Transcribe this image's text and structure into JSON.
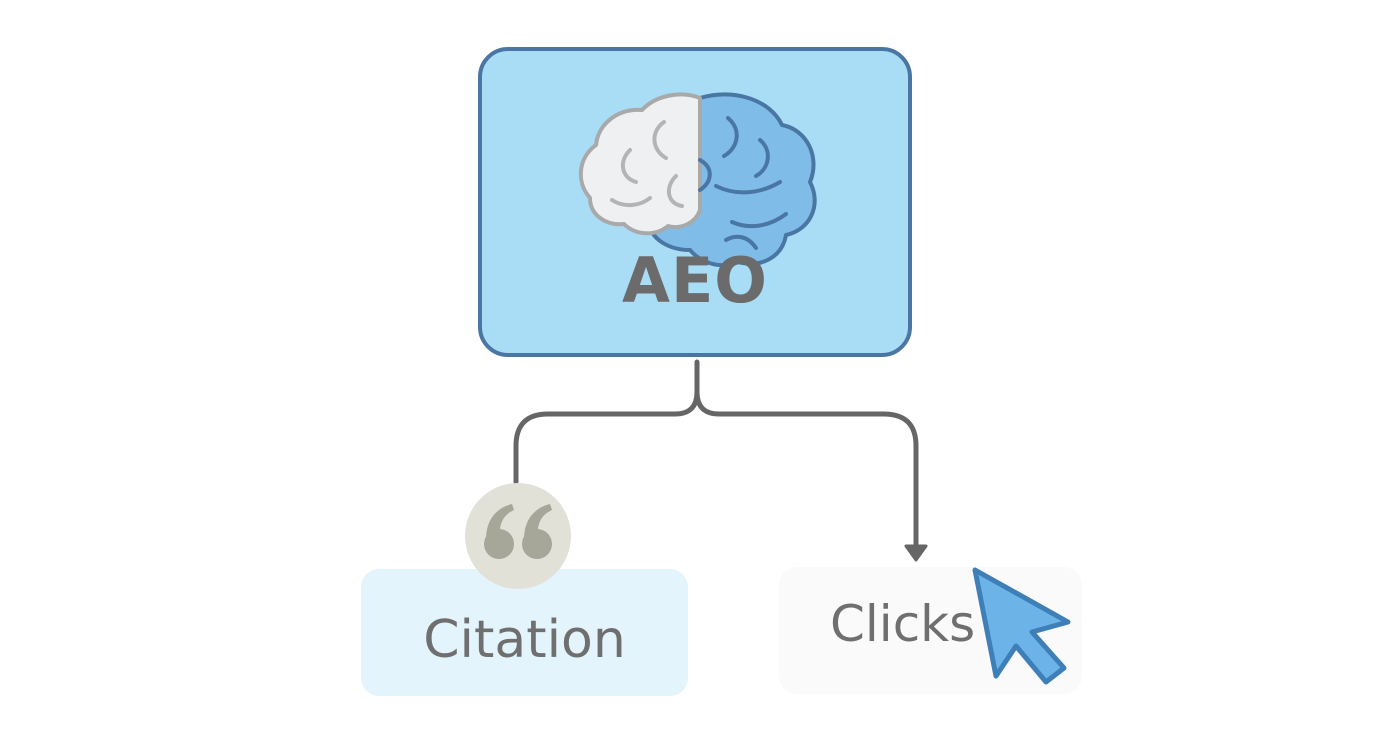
{
  "diagram": {
    "root": {
      "label": "AEO",
      "icon": "brain-icon"
    },
    "outcomes": [
      {
        "label": "Citation",
        "icon": "quote-icon"
      },
      {
        "label": "Clicks",
        "icon": "cursor-icon"
      }
    ]
  },
  "colors": {
    "root_fill": "#a9dcf5",
    "root_border": "#4a76a4",
    "brain_blue": "#7fbde8",
    "brain_white": "#eef0f2",
    "connector": "#666666",
    "citation_fill": "#e3f4fc",
    "quote_badge": "#e2e1d7",
    "cursor_blue": "#6cb4e8",
    "text": "#6f6f6f"
  }
}
